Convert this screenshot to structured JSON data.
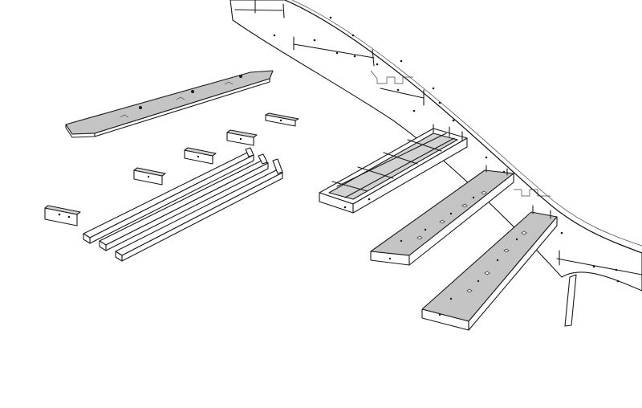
{
  "scene": {
    "background": "#ffffff",
    "part_fill_grey": "#c4c4c4",
    "part_fill_white": "#ffffff",
    "line_color": "#1a1a1a"
  },
  "parts": [
    "curved-stringer-panel",
    "loose-tread-board",
    "small-connector-block",
    "long-rail",
    "tread-frame-assembly",
    "finished-tread"
  ],
  "counts": {
    "rails": 3,
    "connector_blocks": 5,
    "finished_treads": 2,
    "frames": 1
  }
}
